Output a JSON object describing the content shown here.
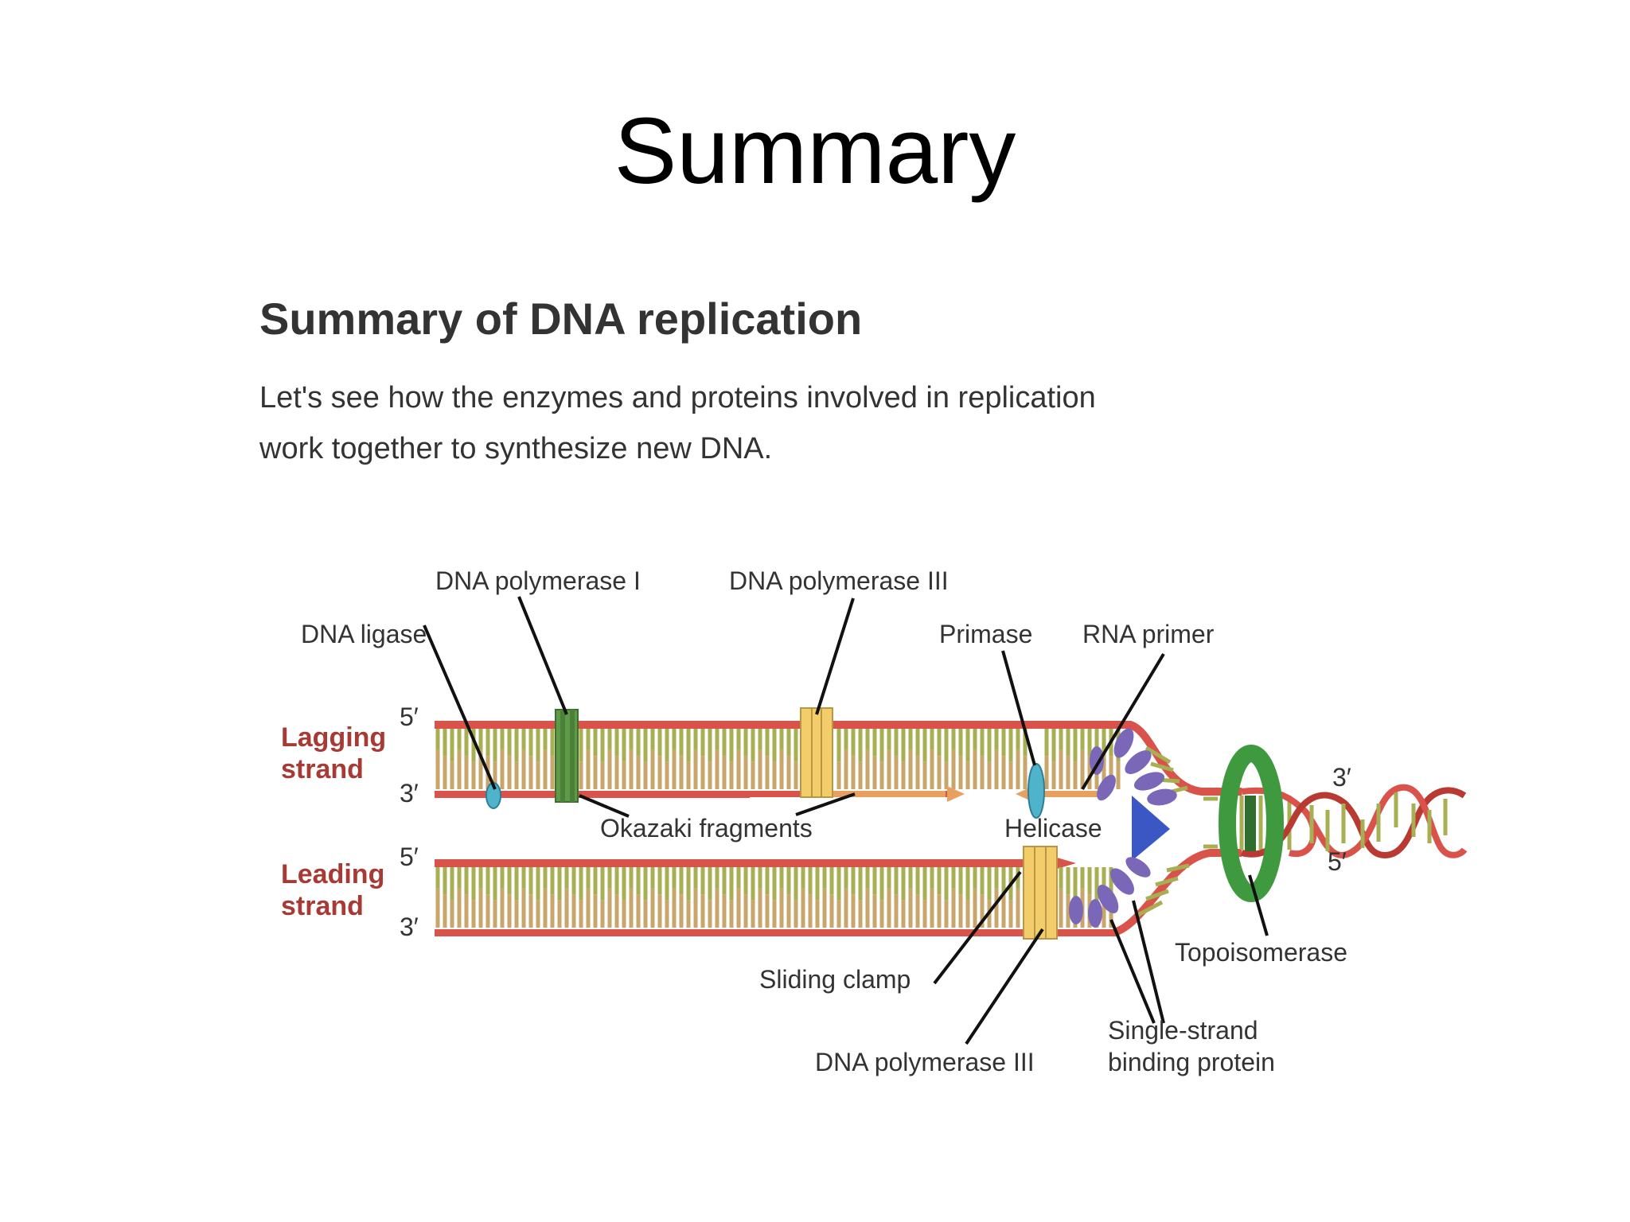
{
  "slide": {
    "title": "Summary"
  },
  "figure": {
    "heading": "Summary of DNA replication",
    "intro_line1": "Let's see how the enzymes and proteins involved in replication",
    "intro_line2": "work together to synthesize new DNA."
  },
  "labels": {
    "dna_polymerase_1": "DNA polymerase I",
    "dna_polymerase_3_top": "DNA polymerase III",
    "dna_ligase": "DNA ligase",
    "primase": "Primase",
    "rna_primer": "RNA primer",
    "lagging_strand_l1": "Lagging",
    "lagging_strand_l2": "strand",
    "leading_strand_l1": "Leading",
    "leading_strand_l2": "strand",
    "lag_5": "5′",
    "lag_3": "3′",
    "lead_5": "5′",
    "lead_3": "3′",
    "right_3": "3′",
    "right_5": "5′",
    "okazaki_fragments": "Okazaki fragments",
    "helicase": "Helicase",
    "topoisomerase": "Topoisomerase",
    "sliding_clamp": "Sliding clamp",
    "dna_polymerase_3_bottom": "DNA polymerase III",
    "ssb_l1": "Single-strand",
    "ssb_l2": "binding protein"
  },
  "colors": {
    "backbone": "#d9534a",
    "backbone_dark": "#b83a32",
    "base_olive": "#a8ae52",
    "base_tan": "#c9a56a",
    "polymerase": "#f2cd6a",
    "pol_1": "#5e9a48",
    "ligase": "#4fb3cc",
    "ssb": "#7a67b8",
    "helicase": "#3b57c4",
    "topoisomerase": "#3f9a3f",
    "primer": "#e8a060",
    "strand_label": "#a83a35"
  }
}
